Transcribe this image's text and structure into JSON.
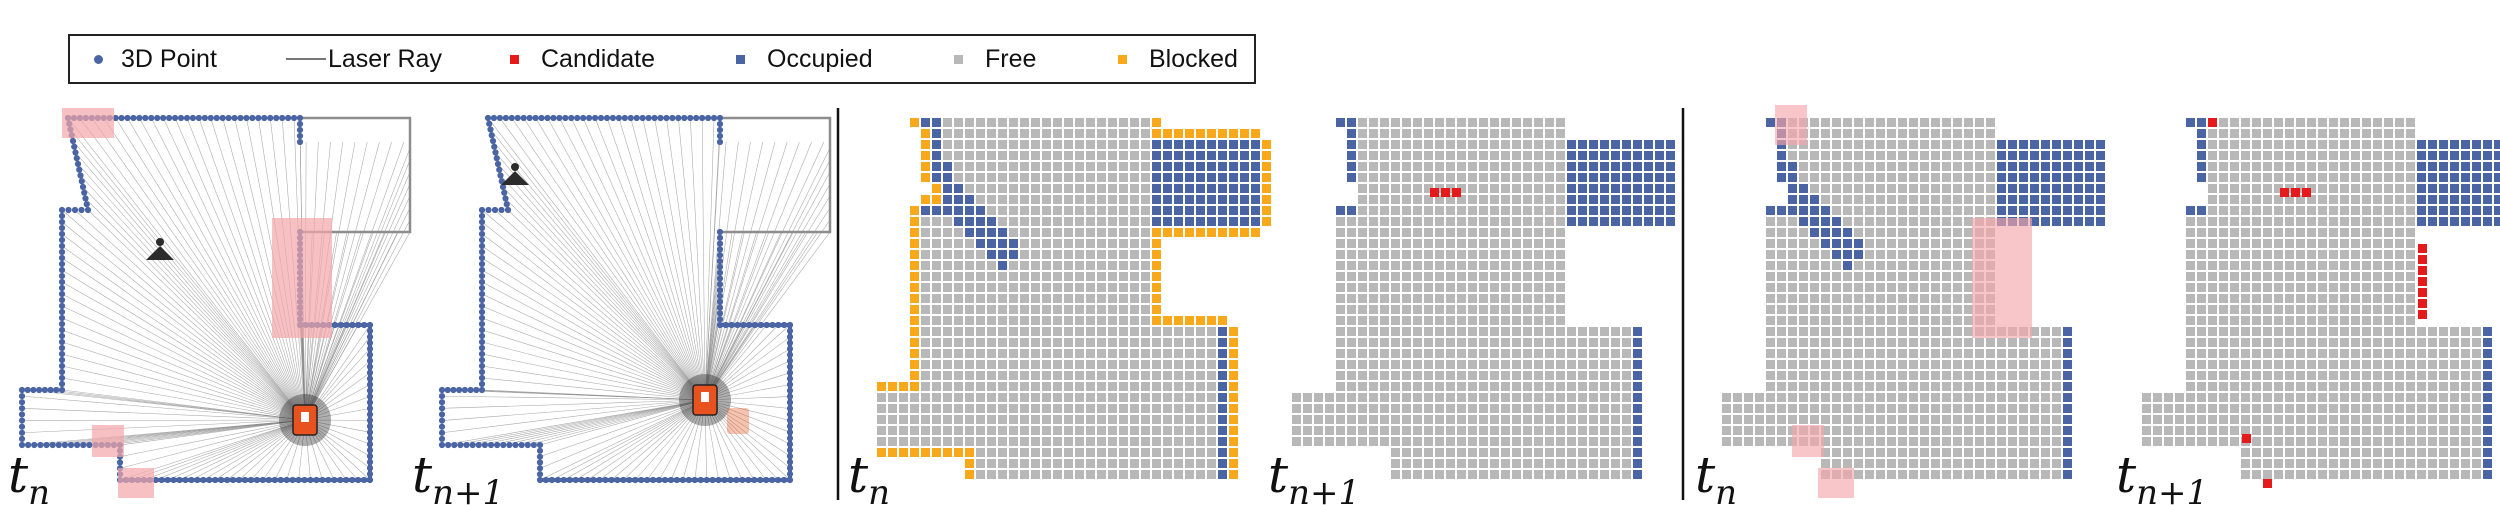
{
  "legend": {
    "point": "3D Point",
    "ray": "Laser Ray",
    "candidate": "Candidate",
    "occupied": "Occupied",
    "free": "Free",
    "blocked": "Blocked"
  },
  "colors": {
    "point": "#4a64a4",
    "ray": "#777777",
    "candidate": "#e41a1c",
    "occupied": "#4a64a4",
    "free": "#b8b8b8",
    "blocked": "#f7a81b",
    "highlight": "#f4a6aa",
    "robot": "#e8521f"
  },
  "panels": [
    {
      "label_base": "t",
      "label_sub": "n"
    },
    {
      "label_base": "t",
      "label_sub": "n+1"
    },
    {
      "label_base": "t",
      "label_sub": "n"
    },
    {
      "label_base": "t",
      "label_sub": "n+1"
    },
    {
      "label_base": "t",
      "label_sub": "n"
    },
    {
      "label_base": "t",
      "label_sub": "n+1"
    }
  ]
}
